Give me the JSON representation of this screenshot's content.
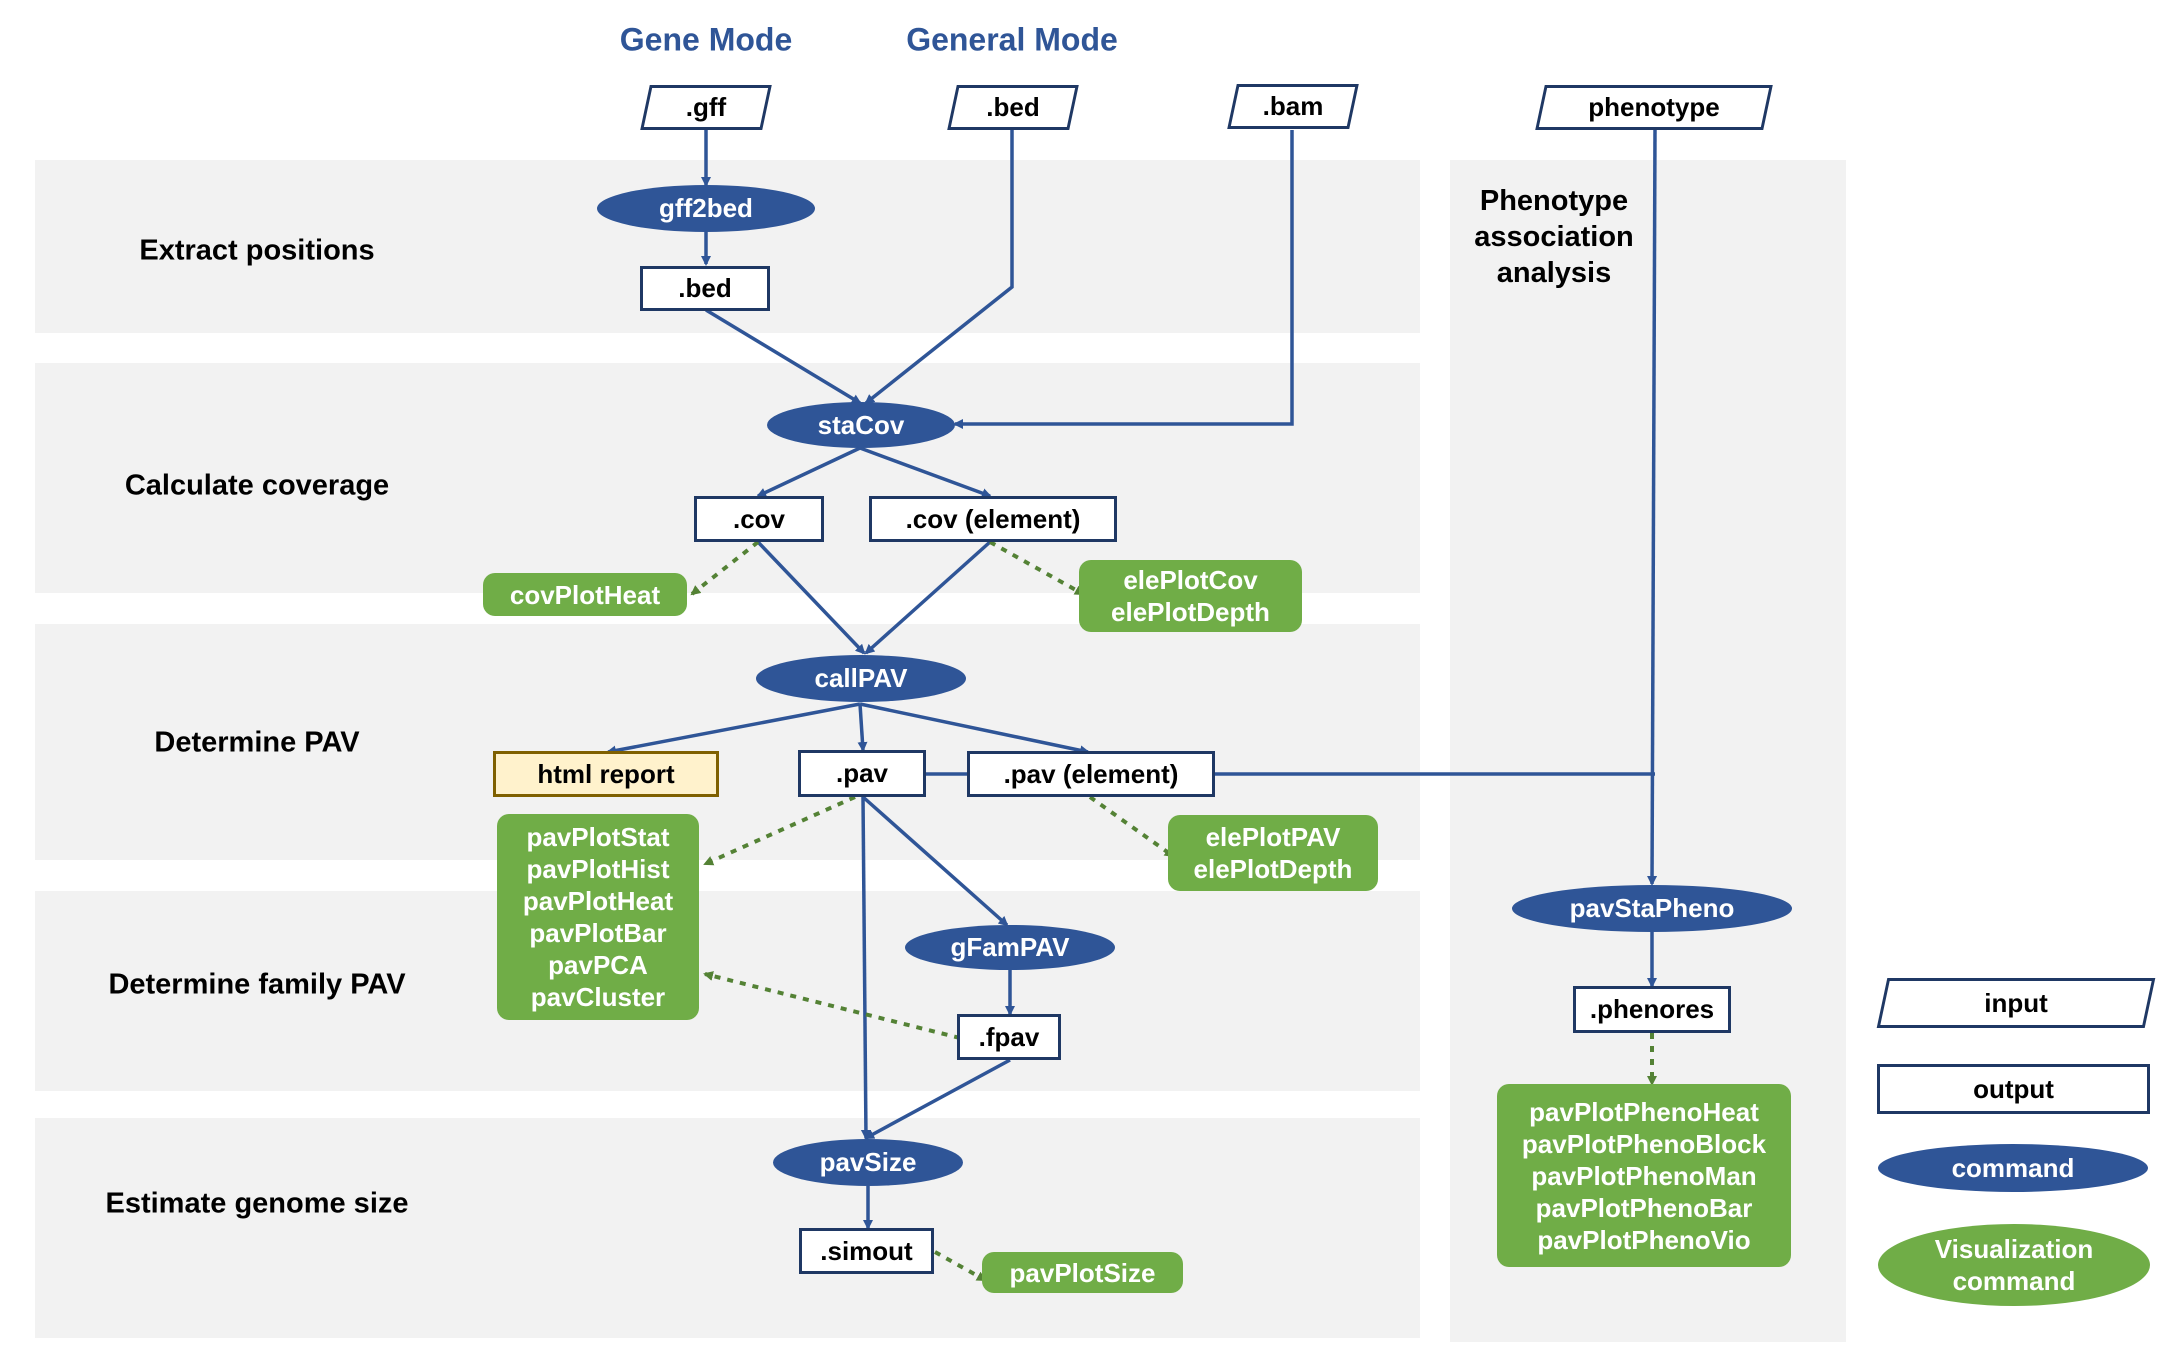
{
  "modes": {
    "gene": "Gene Mode",
    "general": "General Mode"
  },
  "stages": {
    "extract": "Extract positions",
    "coverage": "Calculate coverage",
    "pav": "Determine PAV",
    "family": "Determine family PAV",
    "genome": "Estimate genome size",
    "phenotype": "Phenotype\nassociation\nanalysis"
  },
  "inputs": {
    "gff": ".gff",
    "bed": ".bed",
    "bam": ".bam",
    "phenotype": "phenotype"
  },
  "outputs": {
    "bed": ".bed",
    "cov": ".cov",
    "cov_element": ".cov (element)",
    "html_report": "html report",
    "pav": ".pav",
    "pav_element": ".pav (element)",
    "fpav": ".fpav",
    "simout": ".simout",
    "phenores": ".phenores"
  },
  "commands": {
    "gff2bed": "gff2bed",
    "staCov": "staCov",
    "callPAV": "callPAV",
    "gFamPAV": "gFamPAV",
    "pavSize": "pavSize",
    "pavStaPheno": "pavStaPheno"
  },
  "visualization": {
    "covPlotHeat": [
      "covPlotHeat"
    ],
    "eleCov": [
      "elePlotCov",
      "elePlotDepth"
    ],
    "pavPlots": [
      "pavPlotStat",
      "pavPlotHist",
      "pavPlotHeat",
      "pavPlotBar",
      "pavPCA",
      "pavCluster"
    ],
    "elePAV": [
      "elePlotPAV",
      "elePlotDepth"
    ],
    "pavPlotSize": [
      "pavPlotSize"
    ],
    "pheno": [
      "pavPlotPhenoHeat",
      "pavPlotPhenoBlock",
      "pavPlotPhenoMan",
      "pavPlotPhenoBar",
      "pavPlotPhenoVio"
    ]
  },
  "legend": {
    "input": "input",
    "output": "output",
    "command": "command",
    "visualization": [
      "Visualization",
      "command"
    ]
  },
  "colors": {
    "band": "#f2f2f2",
    "command": "#2f5597",
    "visualization": "#70ad47",
    "edge": "#2f5597",
    "dotted": "#548235",
    "report_fill": "#fff2cc",
    "report_border": "#7f6000",
    "mode_title": "#2f5597"
  }
}
